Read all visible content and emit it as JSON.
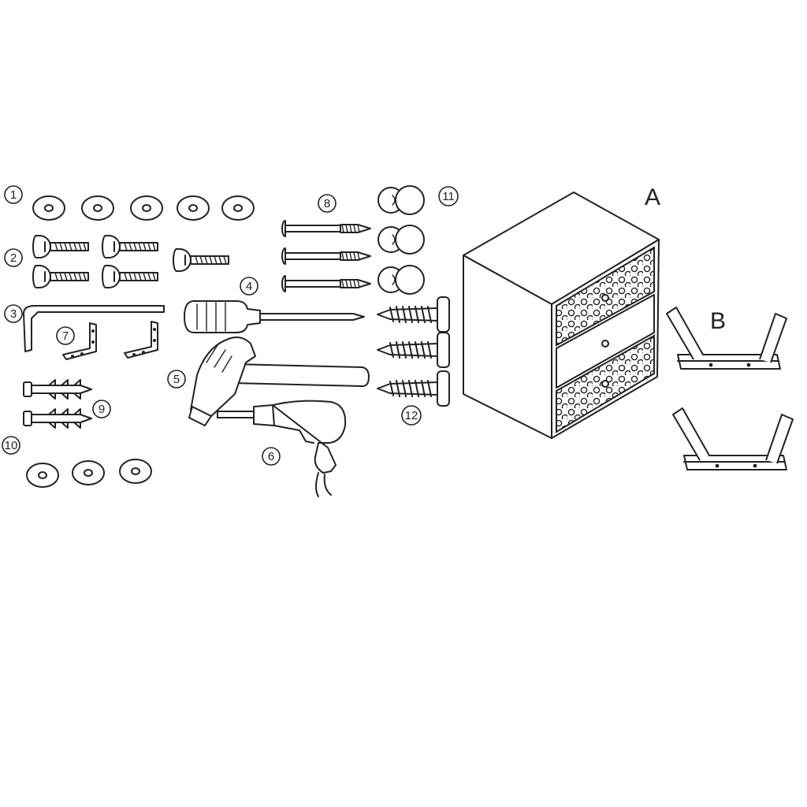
{
  "part_numbers": [
    "1",
    "2",
    "3",
    "4",
    "5",
    "6",
    "7",
    "8",
    "9",
    "10",
    "11",
    "12"
  ],
  "part_letters": [
    "A",
    "B"
  ],
  "colors": {
    "ink": "#222222",
    "paper": "#ffffff",
    "fill_light": "#e8e8e8"
  }
}
